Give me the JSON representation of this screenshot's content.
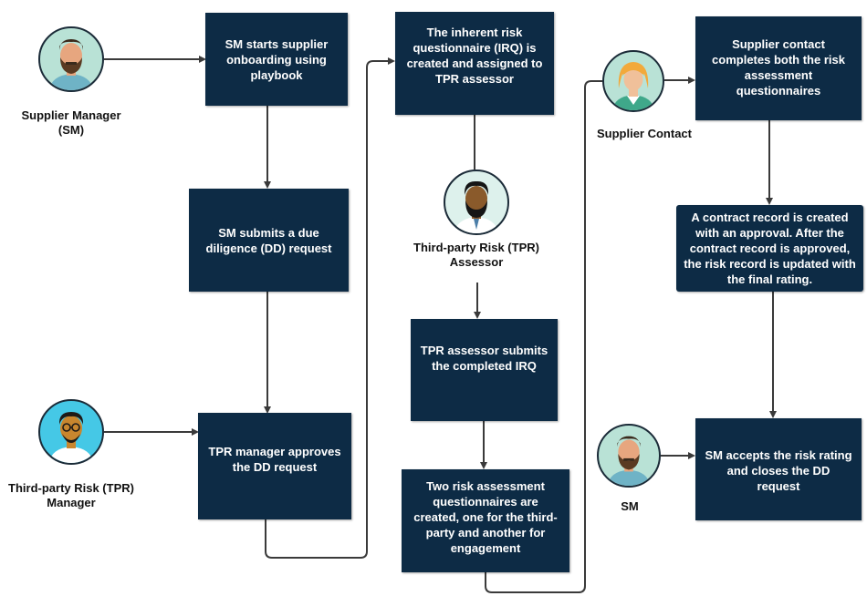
{
  "nodes": {
    "n1": "SM starts supplier onboarding using playbook",
    "n2": "SM submits a due diligence (DD) request",
    "n3": "TPR manager approves the DD request",
    "n4": "The inherent risk questionnaire (IRQ) is created and assigned to TPR assessor",
    "n5": "TPR assessor submits the completed IRQ",
    "n6": "Two risk assessment questionnaires are created, one for the third-party and another for engagement",
    "n7": "Supplier contact completes both the risk assessment questionnaires",
    "n8": "A contract record is created with an approval. After the contract record is approved, the risk record is updated with the final rating.",
    "n9": "SM accepts the risk rating and closes the DD request"
  },
  "actors": {
    "supplier_manager": "Supplier Manager (SM)",
    "tpr_manager": "Third-party Risk (TPR) Manager",
    "tpr_assessor": "Third-party Risk (TPR) Assessor",
    "supplier_contact": "Supplier Contact",
    "sm": "SM"
  },
  "colors": {
    "box": "#0d2b45",
    "line": "#3a3a3a",
    "avatar_teal": "#b9e2d6",
    "avatar_blue": "#45c8e6"
  },
  "icons": [
    "person-beard-icon",
    "person-glasses-icon",
    "person-assessor-icon",
    "person-woman-icon",
    "person-beard-icon"
  ]
}
